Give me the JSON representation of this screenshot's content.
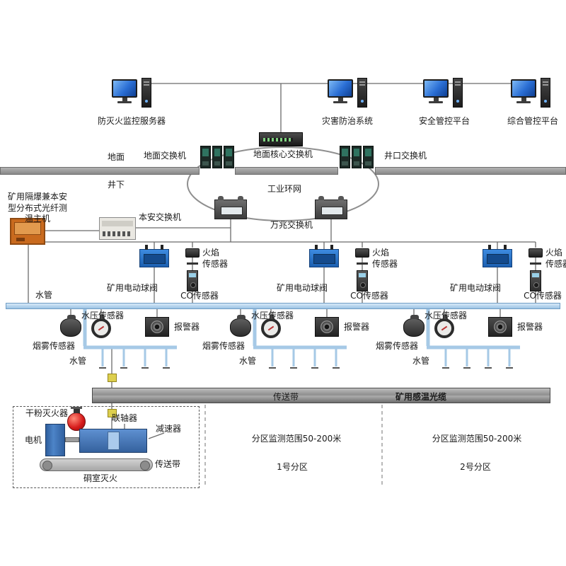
{
  "computers": [
    {
      "label": "防灭火监控服务器"
    },
    {
      "label": "灾害防治系统"
    },
    {
      "label": "安全管控平台"
    },
    {
      "label": "综合管控平台"
    }
  ],
  "surface": {
    "ground_switch": "地面交换机",
    "core_switch": "地面核心交换机",
    "wellhead_switch": "井口交换机",
    "ground": "地面",
    "underground": "井下"
  },
  "ring": {
    "label": "工业环网"
  },
  "underground_net": {
    "fiber_host": "矿用隔爆兼本安型分布式光纤测温主机",
    "isafe_switch": "本安交换机",
    "ten_gig_switch": "万兆交换机"
  },
  "left": {
    "water_pipe": "水管"
  },
  "zone_labels": {
    "flame_line1": "火焰",
    "flame_line2": "传感器",
    "valve": "矿用电动球阀",
    "co": "CO传感器",
    "pressure": "水压传感器",
    "alarm": "报警器",
    "smoke": "烟雾传感器",
    "branch_pipe": "水管"
  },
  "belt": {
    "label": "传送带",
    "cable": "矿用感温光缆"
  },
  "partitions": [
    {
      "range": "分区监测范围50-200米",
      "name": "1号分区"
    },
    {
      "range": "分区监测范围50-200米",
      "name": "2号分区"
    }
  ],
  "chamber": {
    "extinguisher": "干粉灭火器",
    "motor": "电机",
    "coupling": "联轴器",
    "reducer": "减速器",
    "belt": "传送带",
    "title": "硐室灭火"
  },
  "colors": {
    "fiber_host_orange": "#c96a1e",
    "device_blue": "#2f7fd6",
    "pipe_blue": "#9cc3e4",
    "cable_text_red": "#cc0000",
    "extinguisher_red": "#d61a1a"
  }
}
